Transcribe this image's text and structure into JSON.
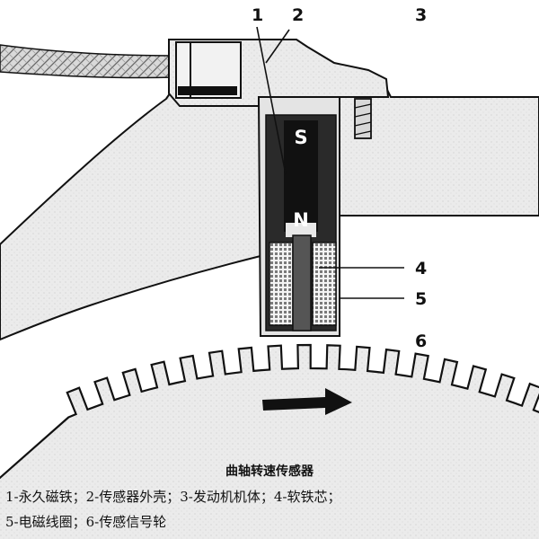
{
  "diagram": {
    "callouts": {
      "c1": "1",
      "c2": "2",
      "c3": "3",
      "c4": "4",
      "c5": "5",
      "c6": "6"
    },
    "magnet_poles": {
      "south": "S",
      "north": "N"
    },
    "rotation_arrow": {
      "icon": "right-arrow-icon"
    },
    "colors": {
      "body_fill": "#ececec",
      "outline": "#111111",
      "magnet": "#111111",
      "coil": "#8a8a8a"
    }
  },
  "caption": {
    "title": "曲轴转速传感器",
    "legend_line_1": "1-永久磁铁；2-传感器外壳；3-发动机机体；4-软铁芯；",
    "legend_line_2": "5-电磁线圈；6-传感信号轮"
  }
}
